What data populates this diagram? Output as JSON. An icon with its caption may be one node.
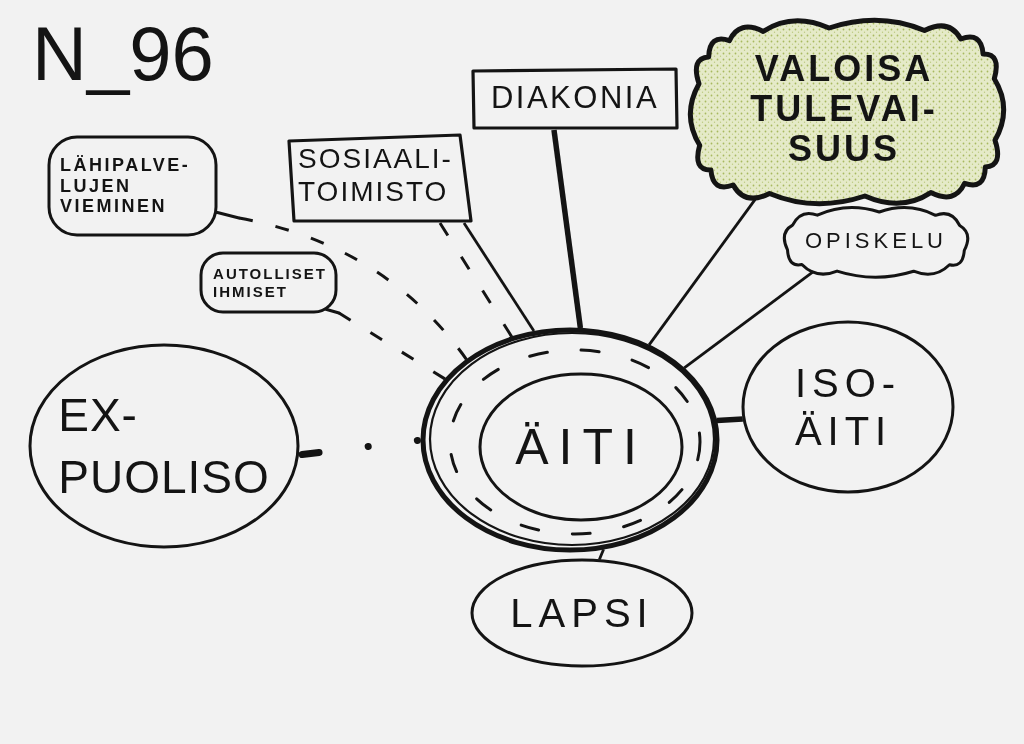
{
  "diagram": {
    "title": "N_96",
    "nodes": [
      {
        "text": [
          "DIAKONIA"
        ]
      },
      {
        "text": [
          "VALOISA TULEVAI- SUUS"
        ]
      },
      {
        "text": [
          "LÄHIPALVE- LUJEN VIEMINEN"
        ]
      },
      {
        "text": [
          "SOSIAALI- TOIMISTO"
        ]
      },
      {
        "text": [
          "OPISKELU"
        ]
      },
      {
        "text": [
          "AUTOLLISET IHMISET"
        ]
      },
      {
        "text": [],
        "shape": "circle"
      },
      {
        "text": [
          "ÄITI"
        ],
        "in": 6
      },
      {
        "text": [
          "EX- PUOLISO"
        ]
      },
      {
        "text": [
          "ISO- ÄITI"
        ]
      },
      {
        "text": [
          "LAPSI"
        ]
      }
    ],
    "edges": [
      {
        "from": 2,
        "to": 6,
        "arrow": "none",
        "style": "dashed"
      },
      {
        "from": 5,
        "to": 6,
        "arrow": "none",
        "style": "dashed"
      },
      {
        "from": 3,
        "to": 6,
        "arrow": "none",
        "style": "dashed"
      },
      {
        "from": 3,
        "to": 6,
        "arrow": "none"
      },
      {
        "from": 0,
        "to": 6,
        "arrow": "none",
        "style": "thick"
      },
      {
        "from": 1,
        "to": 6,
        "arrow": "none"
      },
      {
        "from": 4,
        "to": 6,
        "arrow": "none"
      },
      {
        "from": 9,
        "to": 6,
        "arrow": "none",
        "style": "thick"
      },
      {
        "from": 8,
        "to": 6,
        "arrow": "none",
        "style": "dashed"
      },
      {
        "from": 6,
        "to": 10,
        "arrow": "none"
      }
    ]
  }
}
